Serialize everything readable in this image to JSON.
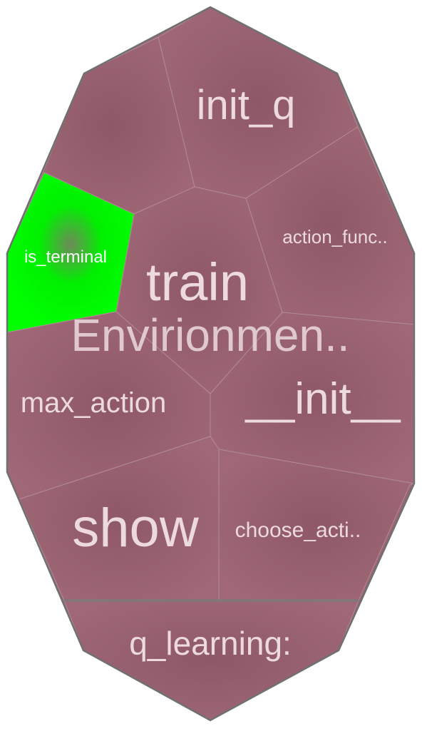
{
  "colors": {
    "cell_fill": "#9c6473",
    "cell_fill_light": "#a86f7e",
    "cell_fill_dark": "#8a5363",
    "highlight_fill": "#00ff00",
    "label_color": "#ecdadf",
    "highlight_label_color": "#ffffff",
    "outline": "#707070",
    "inner_border": "#b08a95"
  },
  "treemap": {
    "parent_label": "Envirionmen..",
    "cells": [
      {
        "id": "init_q",
        "label": "init_q",
        "highlighted": false
      },
      {
        "id": "is_terminal",
        "label": "is_terminal",
        "highlighted": true
      },
      {
        "id": "action_func",
        "label": "action_func..",
        "highlighted": false
      },
      {
        "id": "train",
        "label": "train",
        "highlighted": false
      },
      {
        "id": "max_action",
        "label": "max_action",
        "highlighted": false
      },
      {
        "id": "init",
        "label": "__init__",
        "highlighted": false
      },
      {
        "id": "show",
        "label": "show",
        "highlighted": false
      },
      {
        "id": "choose_action",
        "label": "choose_acti..",
        "highlighted": false
      },
      {
        "id": "q_learning",
        "label": "q_learning:",
        "highlighted": false
      }
    ]
  }
}
